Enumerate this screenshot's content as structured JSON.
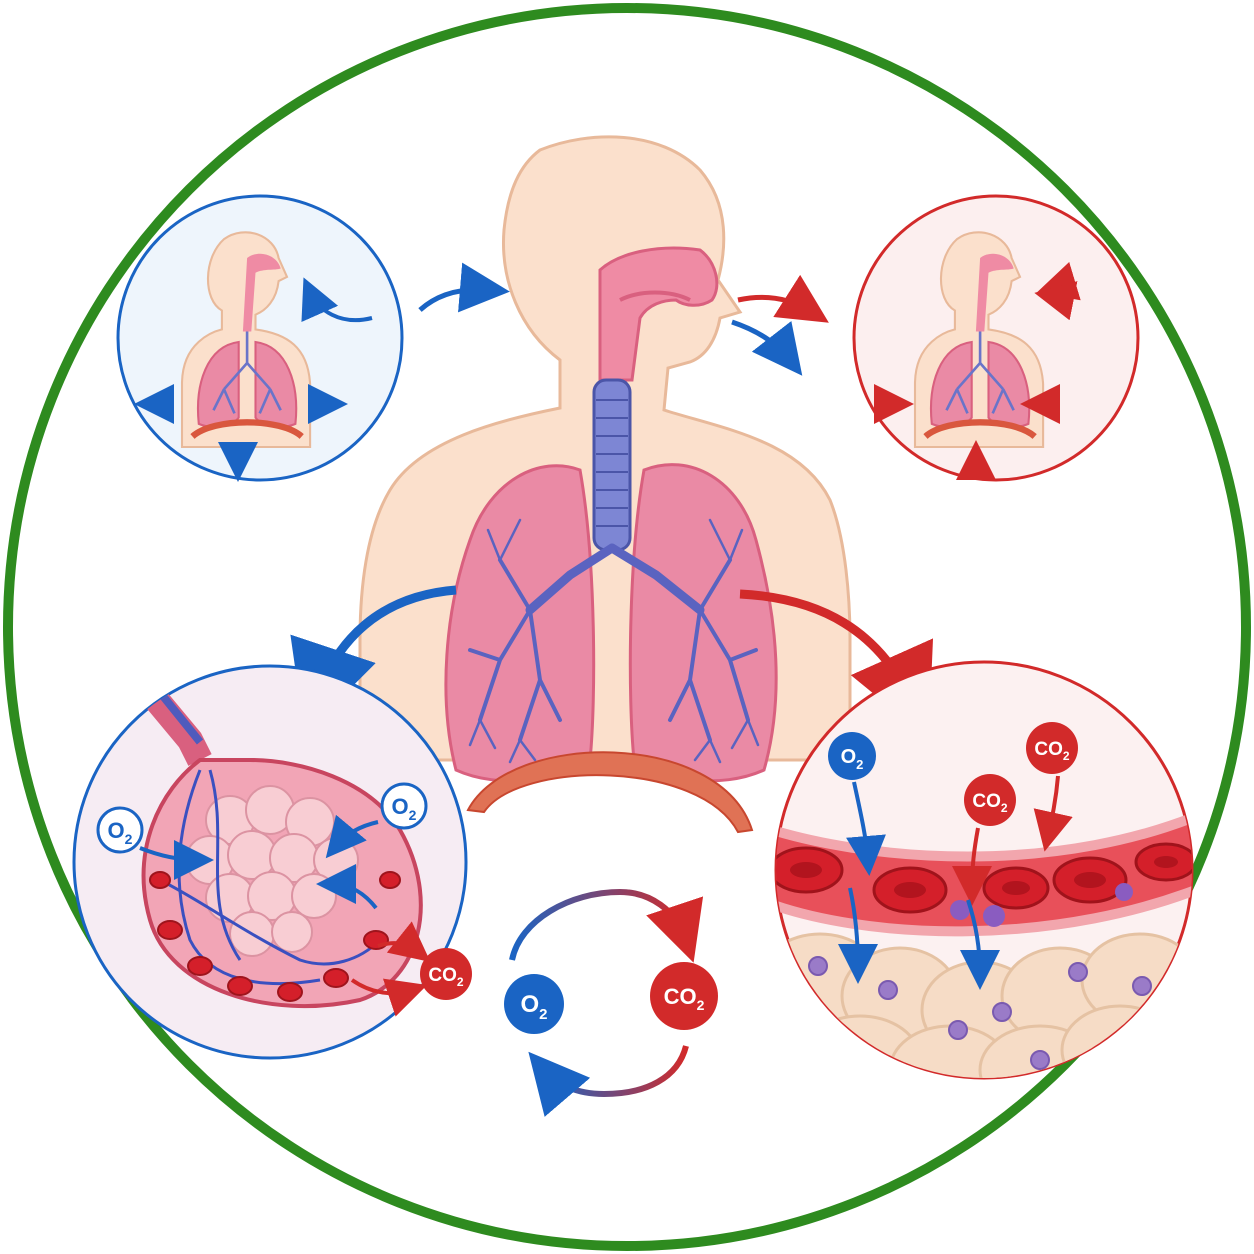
{
  "colors": {
    "frame": "#2e8b1f",
    "skin": "#fbe0cc",
    "skin_stroke": "#e8b99a",
    "lung": "#ea8aa5",
    "lung_dark": "#d9607f",
    "airway": "#6a74c9",
    "diaphragm": "#d9573e",
    "oxygen_blue": "#1a64c4",
    "co2_red": "#d22a2a",
    "inhale_bg": "#eef5fc",
    "exhale_bg": "#fcefef",
    "rbc": "#d41f2a",
    "tissue": "#f6dcc6",
    "nucleus": "#9a7bc8"
  },
  "icons": {
    "inhale_panel": "inhalation-icon",
    "exhale_panel": "exhalation-icon",
    "alveolus_panel": "alveolus-icon",
    "capillary_panel": "capillary-icon",
    "cycle": "gas-exchange-cycle-icon"
  },
  "labels": {
    "o2": "O",
    "co2": "CO",
    "sub2": "2"
  }
}
